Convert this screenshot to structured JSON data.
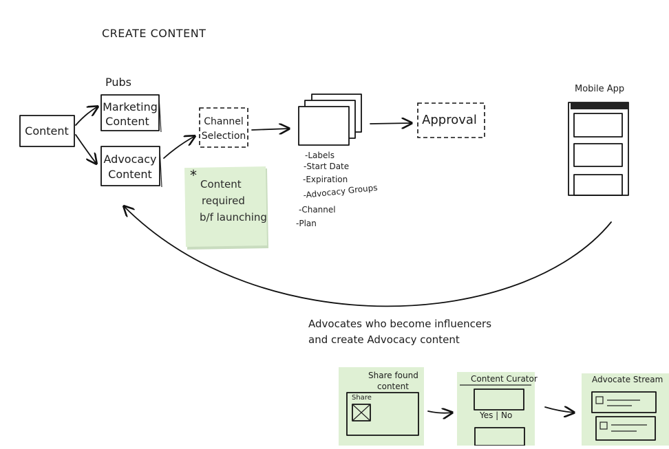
{
  "title": "CREATE CONTENT",
  "nodes": {
    "content": "Content",
    "pubs": "Pubs",
    "marketing": [
      "Marketing",
      "Content"
    ],
    "advocacy": [
      "Advocacy",
      "Content"
    ],
    "channel": [
      "Channel",
      "Selection"
    ],
    "approval": "Approval",
    "mobile_app": "Mobile App"
  },
  "attributes": [
    "-Labels",
    "-Start Date",
    "-Expiration",
    "-Advocacy Groups",
    "-Channel",
    "-Plan"
  ],
  "sticky_note": {
    "asterisk": "*",
    "lines": [
      "Content",
      "required",
      "b/f launching"
    ]
  },
  "loop_label": [
    "Advocates who become influencers",
    "and create Advocacy content"
  ],
  "bottom_notes": {
    "share": {
      "title": [
        "Share found",
        "content"
      ],
      "inner_label": "Share"
    },
    "curator": {
      "title": "Content Curator",
      "choice": "Yes | No"
    },
    "stream": {
      "title": "Advocate Stream"
    }
  },
  "colors": {
    "ink": "#111111",
    "sticky": "#dff0d4",
    "sticky_shadow": "#c9dcbf"
  }
}
